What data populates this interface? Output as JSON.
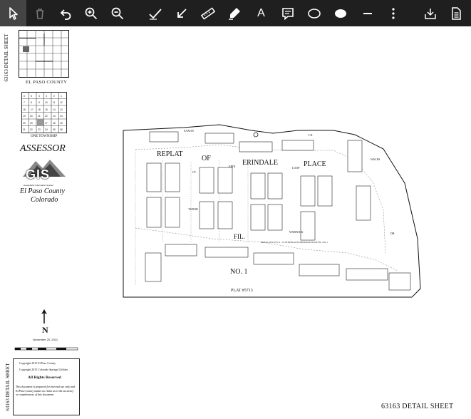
{
  "toolbar": {
    "tools": [
      {
        "name": "select",
        "icon": "cursor-icon"
      },
      {
        "name": "delete",
        "icon": "trash-icon"
      },
      {
        "name": "undo",
        "icon": "undo-icon"
      },
      {
        "name": "zoom-in",
        "icon": "zoom-in-icon"
      },
      {
        "name": "zoom-out",
        "icon": "zoom-out-icon"
      },
      {
        "name": "check",
        "icon": "checkmark-icon"
      },
      {
        "name": "arrow",
        "icon": "arrow-icon"
      },
      {
        "name": "measure",
        "icon": "ruler-icon"
      },
      {
        "name": "highlight",
        "icon": "highlighter-icon"
      },
      {
        "name": "text",
        "icon": "text-icon",
        "label": "A"
      },
      {
        "name": "comment",
        "icon": "comment-icon"
      },
      {
        "name": "ellipse",
        "icon": "ellipse-outline-icon"
      },
      {
        "name": "filled-ellipse",
        "icon": "ellipse-filled-icon"
      },
      {
        "name": "line",
        "icon": "line-icon"
      },
      {
        "name": "more",
        "icon": "more-vertical-icon"
      },
      {
        "name": "export",
        "icon": "download-icon"
      },
      {
        "name": "document",
        "icon": "document-icon"
      }
    ]
  },
  "map": {
    "side_label_top": "63163 DETAIL SHEET",
    "county_label": "EL PASO COUNTY",
    "township_label": "ONE TOWNSHIP",
    "assessor": "ASSESSOR",
    "gis_logo": "GIS",
    "gis_subtitle": "Geographic Information System",
    "county_name": "El Paso County",
    "state_name": "Colorado",
    "north": "N",
    "date": "November 20, 2021",
    "copyright_1": "Copyright 2015  El Paso County",
    "copyright_2": "Copyright 2015  Colorado Springs Utilities",
    "rights": "All Rights Reserved",
    "disclaimer": "This document is prepared for internal use only and El Paso County makes no claim as to the accuracy or completeness of this document.",
    "side_label_bottom": "63163 DETAIL SHEET",
    "footer": "63163 DETAIL SHEET",
    "plat_title": [
      "REPLAT",
      "OF",
      "ERINDALE",
      "PLACE"
    ],
    "filing": "FIL.",
    "number": "NO. 1",
    "plat_number": "PLAT #5713",
    "streets": [
      "SAXON",
      "LN.",
      "ERIN",
      "CT.",
      "LOOP",
      "WARWICK",
      "TUDOR",
      "WALES",
      "DR."
    ],
    "note": "REPLAT OF LOTS 11 - 31 OF REPLAT OF ERINDALE PLACE FIL. NO. 1"
  }
}
